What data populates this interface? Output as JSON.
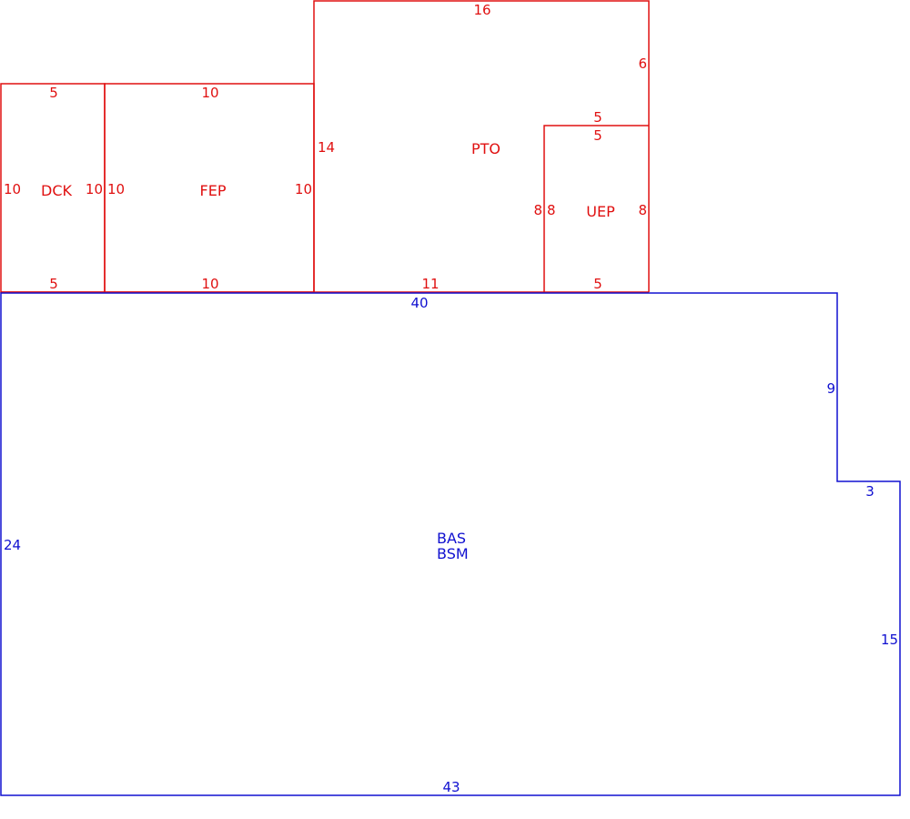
{
  "colors": {
    "upper": "#e01010",
    "basement": "#1010d0"
  },
  "areas": {
    "dck": {
      "label": "DCK",
      "dims": {
        "top": "5",
        "bottom": "5",
        "left": "10",
        "right": "10"
      }
    },
    "fep": {
      "label": "FEP",
      "dims": {
        "top": "10",
        "bottom": "10",
        "left": "10",
        "right": "10"
      }
    },
    "pto": {
      "label": "PTO",
      "dims": {
        "top": "16",
        "left": "14",
        "right": "6",
        "bottom": "11"
      }
    },
    "uep": {
      "label": "UEP",
      "dims": {
        "top_outer": "5",
        "top_inner": "5",
        "left_outer": "8",
        "left_inner": "8",
        "right": "8",
        "bottom": "5"
      }
    },
    "bas": {
      "label_1": "BAS",
      "label_2": "BSM",
      "dims": {
        "top": "40",
        "right_upper": "9",
        "step": "3",
        "right_lower": "15",
        "bottom": "43",
        "left": "24"
      }
    }
  }
}
